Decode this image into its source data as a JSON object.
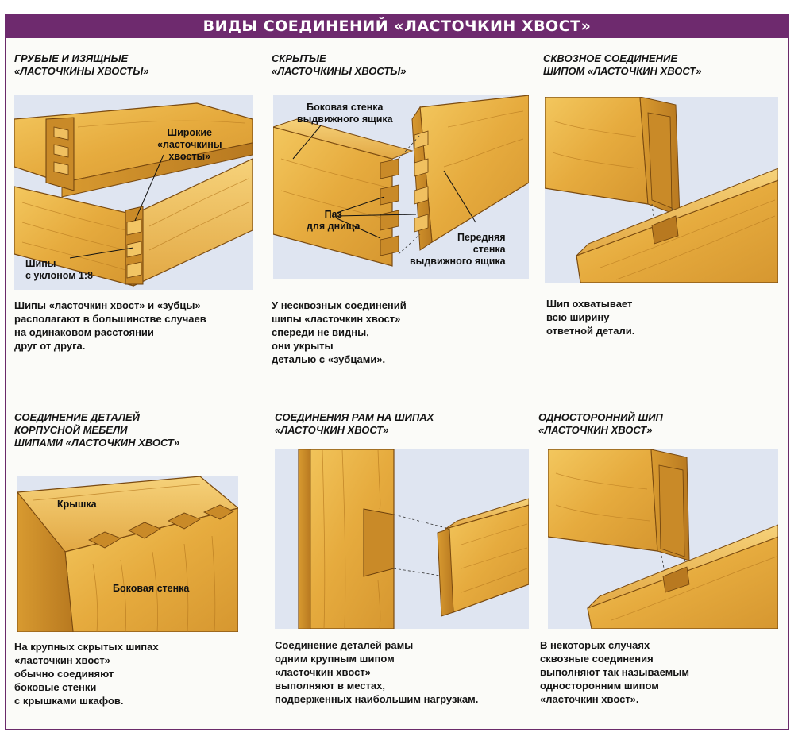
{
  "header": {
    "title": "ВИДЫ СОЕДИНЕНИЙ «ЛАСТОЧКИН ХВОСТ»"
  },
  "colors": {
    "banner": "#6e2a6e",
    "wood": "#e8b146",
    "wood_dark": "#b57a1e",
    "background": "#dfe5f1"
  },
  "panels": [
    {
      "title": "ГРУБЫЕ И ИЗЯЩНЫЕ\n«ЛАСТОЧКИНЫ ХВОСТЫ»",
      "labels": [
        "Широкие\n«ласточкины\nхвосты»",
        "Шипы\nс уклоном 1:8"
      ],
      "caption": "Шипы «ласточкин хвост» и «зубцы»\nрасполагают в большинстве случаев\nна одинаковом расстоянии\nдруг от друга."
    },
    {
      "title": "СКРЫТЫЕ\n«ЛАСТОЧКИНЫ ХВОСТЫ»",
      "labels": [
        "Боковая стенка\nвыдвижного ящика",
        "Паз\nдля днища",
        "Передняя\nстенка\nвыдвижного ящика"
      ],
      "caption": "У несквозных соединений\nшипы «ласточкин хвост»\nспереди не видны,\nони укрыты\nдеталью с «зубцами»."
    },
    {
      "title": "СКВОЗНОЕ СОЕДИНЕНИЕ\nШИПОМ «ЛАСТОЧКИН ХВОСТ»",
      "labels": [],
      "caption": "Шип охватывает\nвсю ширину\nответной детали."
    },
    {
      "title": "СОЕДИНЕНИЕ ДЕТАЛЕЙ\nКОРПУСНОЙ МЕБЕЛИ\nШИПАМИ «ЛАСТОЧКИН ХВОСТ»",
      "labels": [
        "Крышка",
        "Боковая стенка"
      ],
      "caption": "На крупных скрытых шипах\n«ласточкин хвост»\nобычно соединяют\nбоковые стенки\nс крышками шкафов."
    },
    {
      "title": "СОЕДИНЕНИЯ РАМ НА ШИПАХ\n«ЛАСТОЧКИН ХВОСТ»",
      "labels": [],
      "caption": "Соединение деталей рамы\nодним крупным шипом\n«ласточкин хвост»\nвыполняют в местах,\nподверженных наибольшим нагрузкам."
    },
    {
      "title": "ОДНОСТОРОННИЙ ШИП\n«ЛАСТОЧКИН ХВОСТ»",
      "labels": [],
      "caption": "В некоторых случаях\nсквозные соединения\nвыполняют так называемым\nодносторонним шипом\n«ласточкин хвост»."
    }
  ]
}
